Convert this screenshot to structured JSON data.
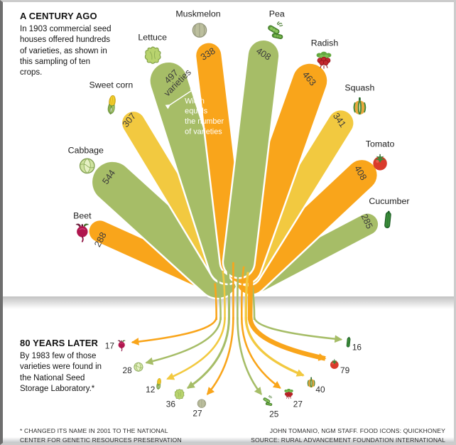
{
  "header": {
    "title": "A CENTURY AGO",
    "body": "In 1903 commercial seed houses offered hundreds of varieties, as shown in this sampling of ten crops."
  },
  "later": {
    "title": "80 YEARS LATER",
    "body": "By 1983 few of those varieties were found in the National Seed Storage Laboratory.*"
  },
  "annotation": {
    "text": "Width equals the number of varieties",
    "lines": [
      "Width",
      "equals",
      "the number",
      "of varieties"
    ]
  },
  "footnote": {
    "line1": "* CHANGED ITS NAME IN 2001 TO THE NATIONAL",
    "line2": "CENTER FOR GENETIC RESOURCES PRESERVATION"
  },
  "credits": {
    "line1": "JOHN TOMANIO, NGM STAFF. FOOD ICONS: QUICKHONEY",
    "line2": "SOURCE: RURAL ADVANCEMENT FOUNDATION INTERNATIONAL"
  },
  "palette": {
    "orange": "#F9A51B",
    "yellow": "#F2C940",
    "green": "#A6BD67"
  },
  "chart_data": {
    "type": "sankey",
    "title": "A CENTURY AGO vs 80 YEARS LATER — seed varieties per crop",
    "encoding": "Branch width equals the number of varieties",
    "crops": [
      {
        "name": "Beet",
        "icon": "beet-icon",
        "color_key": "orange",
        "varieties_1903": 288,
        "varieties_1983": 17
      },
      {
        "name": "Cabbage",
        "icon": "cabbage-icon",
        "color_key": "green",
        "varieties_1903": 544,
        "varieties_1983": 28
      },
      {
        "name": "Sweet corn",
        "icon": "corn-icon",
        "color_key": "yellow",
        "varieties_1903": 307,
        "varieties_1983": 12
      },
      {
        "name": "Lettuce",
        "icon": "lettuce-icon",
        "color_key": "green",
        "varieties_1903": 497,
        "varieties_1983": 36,
        "value_label_suffix": "varieties"
      },
      {
        "name": "Muskmelon",
        "icon": "muskmelon-icon",
        "color_key": "orange",
        "varieties_1903": 338,
        "varieties_1983": 27
      },
      {
        "name": "Pea",
        "icon": "pea-icon",
        "color_key": "green",
        "varieties_1903": 408,
        "varieties_1983": 25
      },
      {
        "name": "Radish",
        "icon": "radish-icon",
        "color_key": "orange",
        "varieties_1903": 463,
        "varieties_1983": 27
      },
      {
        "name": "Squash",
        "icon": "squash-icon",
        "color_key": "yellow",
        "varieties_1903": 341,
        "varieties_1983": 40
      },
      {
        "name": "Tomato",
        "icon": "tomato-icon",
        "color_key": "orange",
        "varieties_1903": 408,
        "varieties_1983": 79
      },
      {
        "name": "Cucumber",
        "icon": "cucumber-icon",
        "color_key": "green",
        "varieties_1903": 285,
        "varieties_1983": 16
      }
    ]
  }
}
